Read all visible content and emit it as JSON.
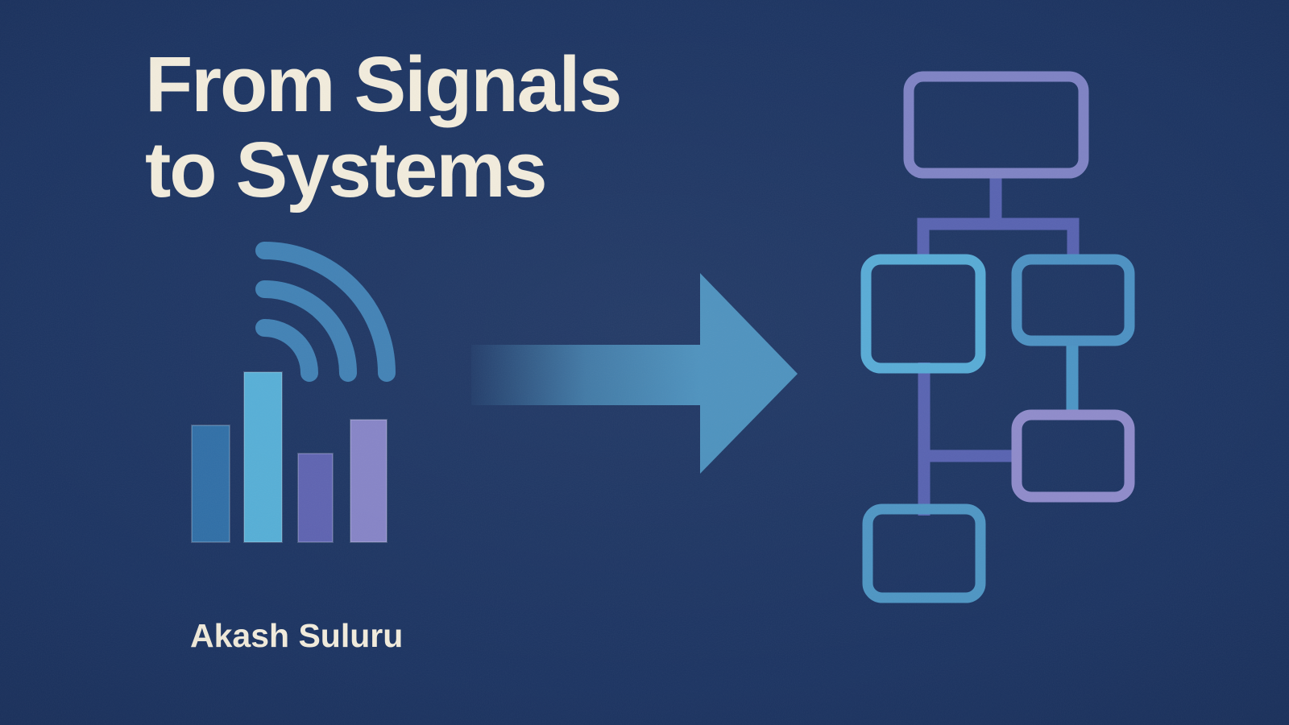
{
  "page": {
    "type": "cover-graphic",
    "caption": "From Signals to Systems cover illustration"
  },
  "title": {
    "line1": "From Signals",
    "line2": "to Systems"
  },
  "author": {
    "name": "Akash Suluru"
  },
  "icons": {
    "signal": "wifi-signal-with-bars-icon",
    "arrow": "right-arrow-icon",
    "flowchart": "flowchart-diagram-icon"
  },
  "colors": {
    "background": "#1c3462",
    "cream": "#f2ecdc",
    "signal_blue": "#3f80b4",
    "arrow_blue": "#4a90bd",
    "bar1": "#2f6ea6",
    "bar2": "#55aed6",
    "bar3": "#5d62b0",
    "bar4": "#8583c6",
    "box_a": "#7e82c4",
    "box_b": "#55aad5",
    "box_c": "#4a90c2",
    "box_d": "#8e8aca",
    "box_e": "#4d95c3",
    "connector_indigo": "#5661b0",
    "connector_blue": "#4a94c4"
  }
}
